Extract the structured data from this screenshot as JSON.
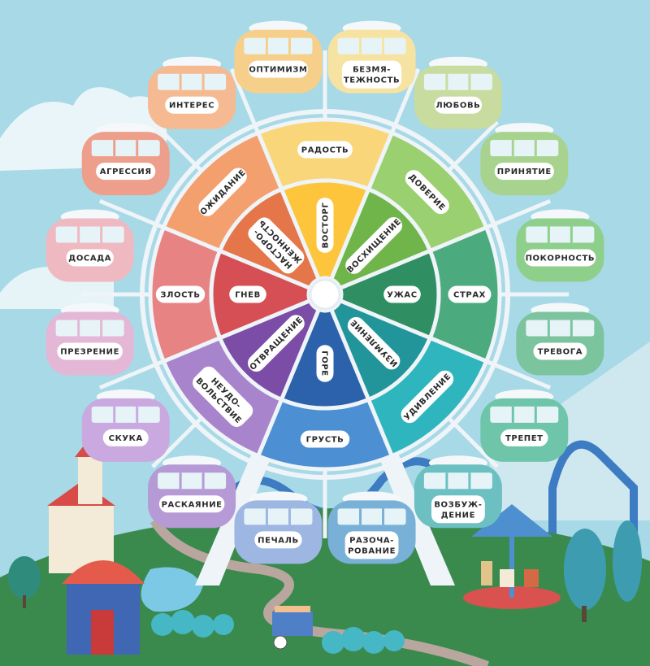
{
  "cabins": [
    {
      "text": [
        "ОПТИМИЗМ"
      ],
      "color": "#f6d08b"
    },
    {
      "text": [
        "БЕЗМЯ-",
        "ТЕЖНОСТЬ"
      ],
      "color": "#f7e3a1"
    },
    {
      "text": [
        "ЛЮБОВЬ"
      ],
      "color": "#c8dca0"
    },
    {
      "text": [
        "ПРИНЯТИЕ"
      ],
      "color": "#a7d38e"
    },
    {
      "text": [
        "ПОКОРНОСТЬ"
      ],
      "color": "#8fcf8c"
    },
    {
      "text": [
        "ТРЕВОГА"
      ],
      "color": "#7cc49e"
    },
    {
      "text": [
        "ТРЕПЕТ"
      ],
      "color": "#6fc5a9"
    },
    {
      "text": [
        "ВОЗБУЖ-",
        "ДЕНИЕ"
      ],
      "color": "#6cc0c2"
    },
    {
      "text": [
        "РАЗОЧА-",
        "РОВАНИЕ"
      ],
      "color": "#79b0d8"
    },
    {
      "text": [
        "ПЕЧАЛЬ"
      ],
      "color": "#9db6e2"
    },
    {
      "text": [
        "РАСКАЯНИЕ"
      ],
      "color": "#b59ad6"
    },
    {
      "text": [
        "СКУКА"
      ],
      "color": "#c9a9e0"
    },
    {
      "text": [
        "ПРЕЗРЕНИЕ"
      ],
      "color": "#e4b7d6"
    },
    {
      "text": [
        "ДОСАДА"
      ],
      "color": "#efb9c1"
    },
    {
      "text": [
        "АГРЕССИЯ"
      ],
      "color": "#ee9f8c"
    },
    {
      "text": [
        "ИНТЕРЕС"
      ],
      "color": "#f5ba91"
    }
  ],
  "petals": [
    {
      "outer": "РАДОСТЬ",
      "mid": "",
      "inner": [
        "ВОСТОРГ"
      ],
      "outer_color": "#fad67a",
      "inner_color": "#fcc53b"
    },
    {
      "outer": "ДОВЕРИЕ",
      "mid": "",
      "inner": [
        "ВОСХИЩЕНИЕ"
      ],
      "outer_color": "#9ad06f",
      "inner_color": "#6fb54a"
    },
    {
      "outer": "СТРАХ",
      "mid": "УЖАС",
      "inner": [],
      "outer_color": "#4bab7e",
      "inner_color": "#2f8f62"
    },
    {
      "outer": "УДИВЛЕНИЕ",
      "mid": "",
      "inner": [
        "ИЗУМЛЕНИЕ"
      ],
      "outer_color": "#2fb5bd",
      "inner_color": "#22959a"
    },
    {
      "outer": "ГРУСТЬ",
      "mid": "",
      "inner": [
        "ГОРЕ"
      ],
      "outer_color": "#4d8fd3",
      "inner_color": "#2c62ab"
    },
    {
      "outer": "НЕУДО-\nВОЛЬСТВИЕ",
      "mid": "",
      "inner": [
        "ОТВРАЩЕНИЕ"
      ],
      "outer_color": "#a884cc",
      "inner_color": "#7b4da6"
    },
    {
      "outer": "ЗЛОСТЬ",
      "mid": "ГНЕВ",
      "inner": [],
      "outer_color": "#e88383",
      "inner_color": "#d64f55"
    },
    {
      "outer": "ОЖИДАНИЕ",
      "mid": "",
      "inner": [
        "НАСТОРО-",
        "ЖЕННОСТЬ"
      ],
      "outer_color": "#f3a06e",
      "inner_color": "#e4764a"
    }
  ]
}
